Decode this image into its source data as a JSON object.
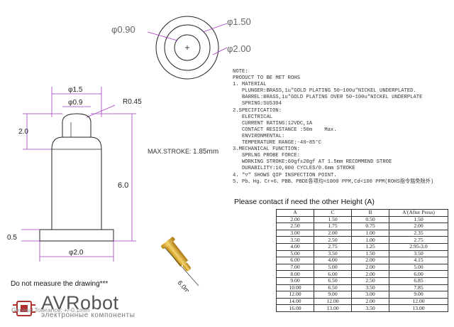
{
  "top_view": {
    "dia_inner": "φ0.90",
    "dia_mid": "φ1.50",
    "dia_outer": "φ2.00"
  },
  "side_view": {
    "dim_tip_width": "φ1.5",
    "dim_plunger_width": "φ0.9",
    "dim_radius": "R0.45",
    "dim_tip_height": "2.0",
    "dim_total_height": "6.0",
    "dim_base_height": "0.5",
    "dim_base_width": "φ2.0"
  },
  "max_stroke": {
    "label": "MAX.STROKE:",
    "value": "1.85mm"
  },
  "photo": {
    "length_label": "6.0mm"
  },
  "notes": {
    "lines": [
      "NOTE:",
      "PRODUCT TO BE MET ROHS",
      "1. MATERIAL",
      "   PLUNGER:BRASS,1u\"GOLD PLATING 50~100u\"NICKEL UNDERPLATED.",
      "   BARREL:BRASS,1u\"GOLD PLATING OVER 50~100u\"NICKEL UNDERPLATE",
      "   SPRING:SUS304",
      "2.SPECIFICATION:",
      "   ELECTRICAL",
      "   CURRENT RATING:12VDC,1A",
      "   CONTACT RESISTANCE :50m    Max.",
      "   ENVIRONMENTAL:",
      "   TEMPERATURE RANGE:-40~85°C",
      "3.MECHANICAL FUNCTION:",
      "   SPRLNG PROBE FORCE:",
      "   WORKING STROKE:60gf±20gf AT 1.5mm RECOMMEND STROE",
      "",
      "   DURABILITY:10,000 CYCLES/0.6mm STROKE",
      "4. \"▽\" SHOWS QIP INSPECTION POINT.",
      "5. Pb、Hg、Cr+6、PBB、PBDE各项均<1000 PPM,Cd<100 PPM(ROHS指令豁免除外)"
    ]
  },
  "table": {
    "heading": "Please contact if need the other Height (A)",
    "headers": [
      "A",
      "C",
      "B",
      "A'(After Press)"
    ],
    "rows": [
      [
        "2.00",
        "1.50",
        "0.50",
        "1.50"
      ],
      [
        "2.50",
        "1.75",
        "0.75",
        "2.00"
      ],
      [
        "3.00",
        "2.00",
        "1.00",
        "2.35"
      ],
      [
        "3.50",
        "2.50",
        "1.00",
        "2.75"
      ],
      [
        "4.00",
        "2.75",
        "1.25",
        "2.95-3.0"
      ],
      [
        "5.00",
        "3.50",
        "1.50",
        "3.50"
      ],
      [
        "6.00",
        "4.00",
        "2.00",
        "4.15"
      ],
      [
        "7.00",
        "5.00",
        "2.00",
        "5.00"
      ],
      [
        "8.00",
        "6.00",
        "2.00",
        "6.00"
      ],
      [
        "9.00",
        "6.50",
        "2.50",
        "6.85"
      ],
      [
        "10.00",
        "6.50",
        "3.50",
        "7.85"
      ],
      [
        "12.00",
        "9.00",
        "3.00",
        "9.00"
      ],
      [
        "14.00",
        "12.00",
        "2.00",
        "12.00"
      ],
      [
        "16.00",
        "13.00",
        "3.50",
        "13.00"
      ]
    ]
  },
  "footer": {
    "warning": "Do not measure the drawing***",
    "tolerance": "General Tolerance: +/-0.1mm",
    "brand": "AVRobot",
    "brand_sub": "электронные компоненты"
  },
  "colors": {
    "dimension_line": "#a23cc0",
    "outline": "#222222",
    "gold": "#d4a020",
    "brand_logo": "#b03030"
  }
}
